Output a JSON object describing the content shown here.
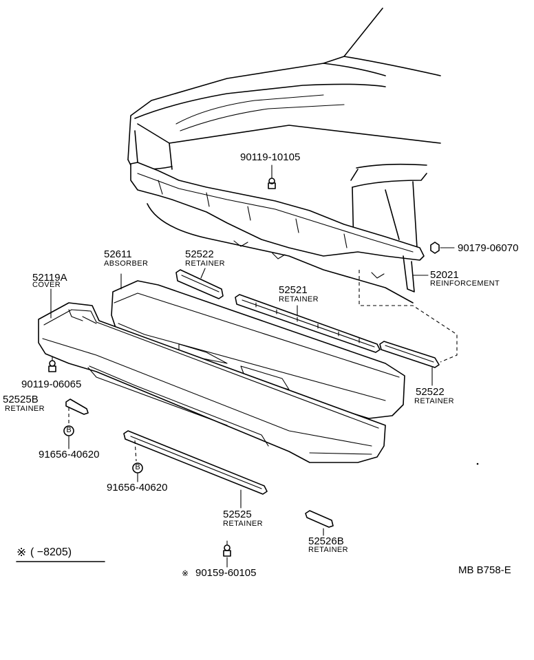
{
  "labels": {
    "p90119_10105": "90119-10105",
    "p90179_06070": "90179-06070",
    "p52021": "52021",
    "p52021_name": "REINFORCEMENT",
    "p52611": "52611",
    "p52611_name": "ABSORBER",
    "p52522_top": "52522",
    "p52522_top_name": "RETAINER",
    "p52119A": "52119A",
    "p52119A_name": "COVER",
    "p52521": "52521",
    "p52521_name": "RETAINER",
    "p52522_right": "52522",
    "p52522_right_name": "RETAINER",
    "p90119_06065": "90119-06065",
    "p52525B": "52525B",
    "p52525B_name": "RETAINER",
    "p91656_40620_a": "91656-40620",
    "p91656_40620_b": "91656-40620",
    "p52525": "52525",
    "p52525_name": "RETAINER",
    "p52526B": "52526B",
    "p52526B_name": "RETAINER",
    "p90159_60105": "90159-60105",
    "note_range": "(      −8205)",
    "diagram_code": "MB  B758-E"
  },
  "symbols": {
    "clip_b": "B",
    "asterisk": "※"
  }
}
